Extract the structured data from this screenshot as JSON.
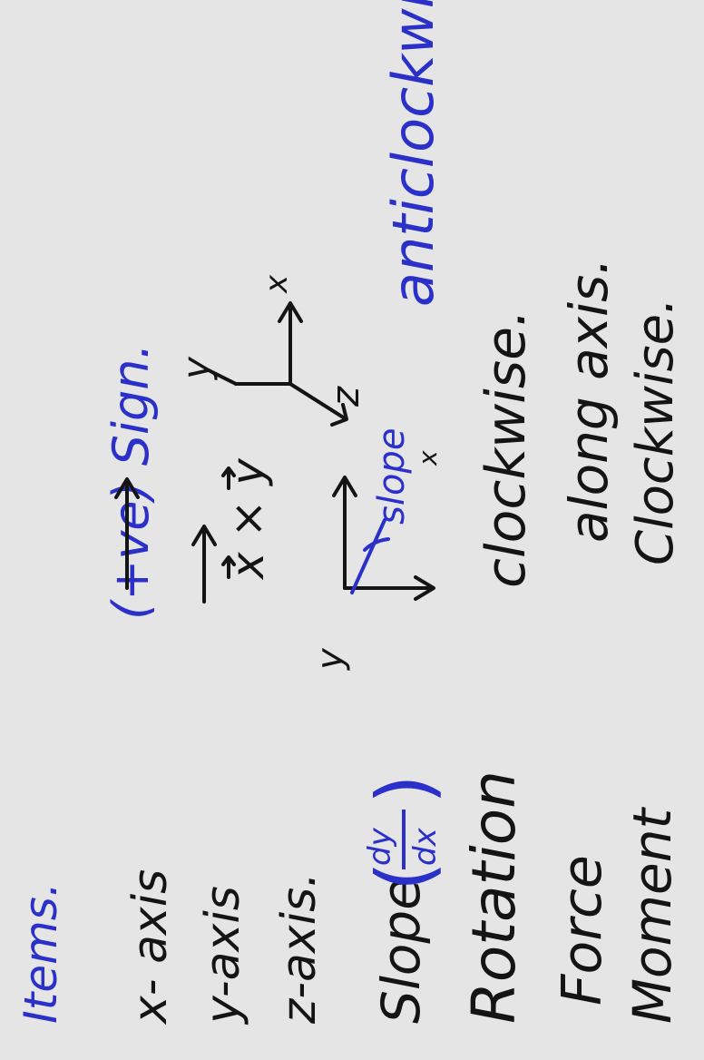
{
  "colors": {
    "background": "#e5e5e5",
    "ink_blue": "#2b30c9",
    "ink_black": "#141414"
  },
  "header": {
    "items_title": "Items.",
    "sign_title": "(+ve) Sign."
  },
  "rows": [
    {
      "item": "x- axis",
      "sign": ""
    },
    {
      "item": "y-axis",
      "sign": ""
    },
    {
      "item": "z-axis.",
      "sign": ""
    },
    {
      "item": "Slope",
      "sign": ""
    },
    {
      "item": "Rotation",
      "sign": "clockwise."
    },
    {
      "item": "Force",
      "sign": "along axis."
    },
    {
      "item": "Moment",
      "sign": "Clockwise."
    }
  ],
  "slope_fraction": {
    "numerator": "dy",
    "denominator": "dx"
  },
  "cross_product": "x × y",
  "slope_graph": {
    "y_label": "y",
    "x_label": "x",
    "line_label": "slope"
  },
  "axes_3d": {
    "x_label": "x",
    "y_label": "y",
    "z_label": "z",
    "note": "anticlockwise."
  }
}
